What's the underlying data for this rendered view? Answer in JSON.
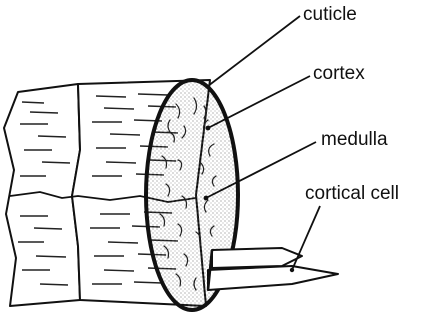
{
  "labels": {
    "cuticle": "cuticle",
    "cortex": "cortex",
    "medulla": "medulla",
    "cortical_cell": "cortical cell"
  },
  "colors": {
    "ink": "#111111",
    "background": "#ffffff"
  }
}
